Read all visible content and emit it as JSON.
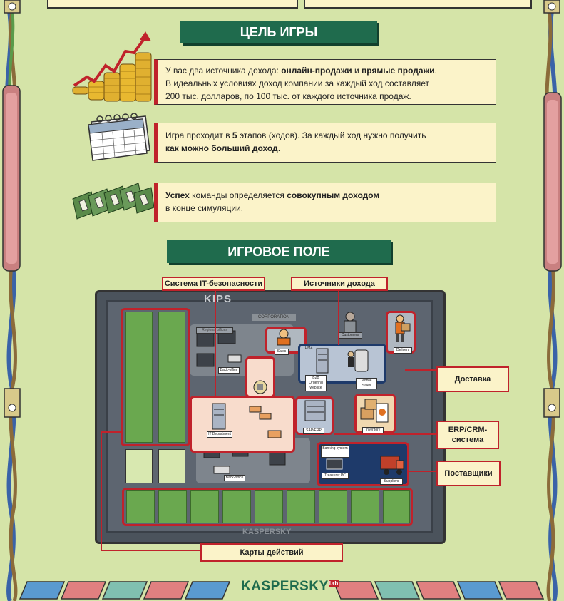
{
  "sections": {
    "goal_title": "ЦЕЛЬ ИГРЫ",
    "field_title": "ИГРОВОЕ ПОЛЕ"
  },
  "goal_items": [
    {
      "icon": "money-growth-icon",
      "pre": "У вас два источника дохода: ",
      "b1": "онлайн-продажи",
      "mid": " и ",
      "b2": "прямые продажи",
      "post": ".",
      "line2": "В идеальных условиях доход компании за каждый ход составляет",
      "line3": "200 тыс. долларов, по 100 тыс. от каждого источника продаж."
    },
    {
      "icon": "calendar-icon",
      "pre": "Игра проходит в ",
      "b1": "5",
      "mid": " этапов (ходов). За каждый ход нужно получить",
      "b2": "как можно больший доход",
      "post": "."
    },
    {
      "icon": "money-stacks-icon",
      "b1": "Успех",
      "mid": " команды определяется ",
      "b2": "совокупным доходом",
      "line2": "в конце симуляции."
    }
  ],
  "board": {
    "kips": "KIPS",
    "corporation": "CORPORATION",
    "labels": {
      "regional": "Regional offices",
      "customers": "Customers",
      "sales": "Sales",
      "dmz": "DMZ",
      "b2b": "B2B Ordering website",
      "mobile": "Mobile Sales",
      "delivery": "Delivery",
      "backoffice": "Back-office",
      "it_department": "IT Department",
      "saperp": "SAP/ERP",
      "inventory": "Inventory",
      "banking": "Banking system",
      "treasurer": "Treasurer PC",
      "suppliers": "Suppliers",
      "backoffice2": "Back-office",
      "brand": "KASPERSKY"
    }
  },
  "callouts": {
    "it_security": "Система IT-безопасности",
    "income_sources": "Источники дохода",
    "delivery": "Доставка",
    "erp_crm": "ERP/CRM-система",
    "suppliers": "Поставщики",
    "action_cards": "Карты действий"
  },
  "footer": {
    "logo": "KASPERSKY",
    "logo_suffix": "lab"
  },
  "colors": {
    "background": "#d5e4a8",
    "title_green": "#1f6b4d",
    "accent_red": "#c0222b",
    "card_green": "#6aa84f",
    "box_cream": "#fbf3c9"
  }
}
